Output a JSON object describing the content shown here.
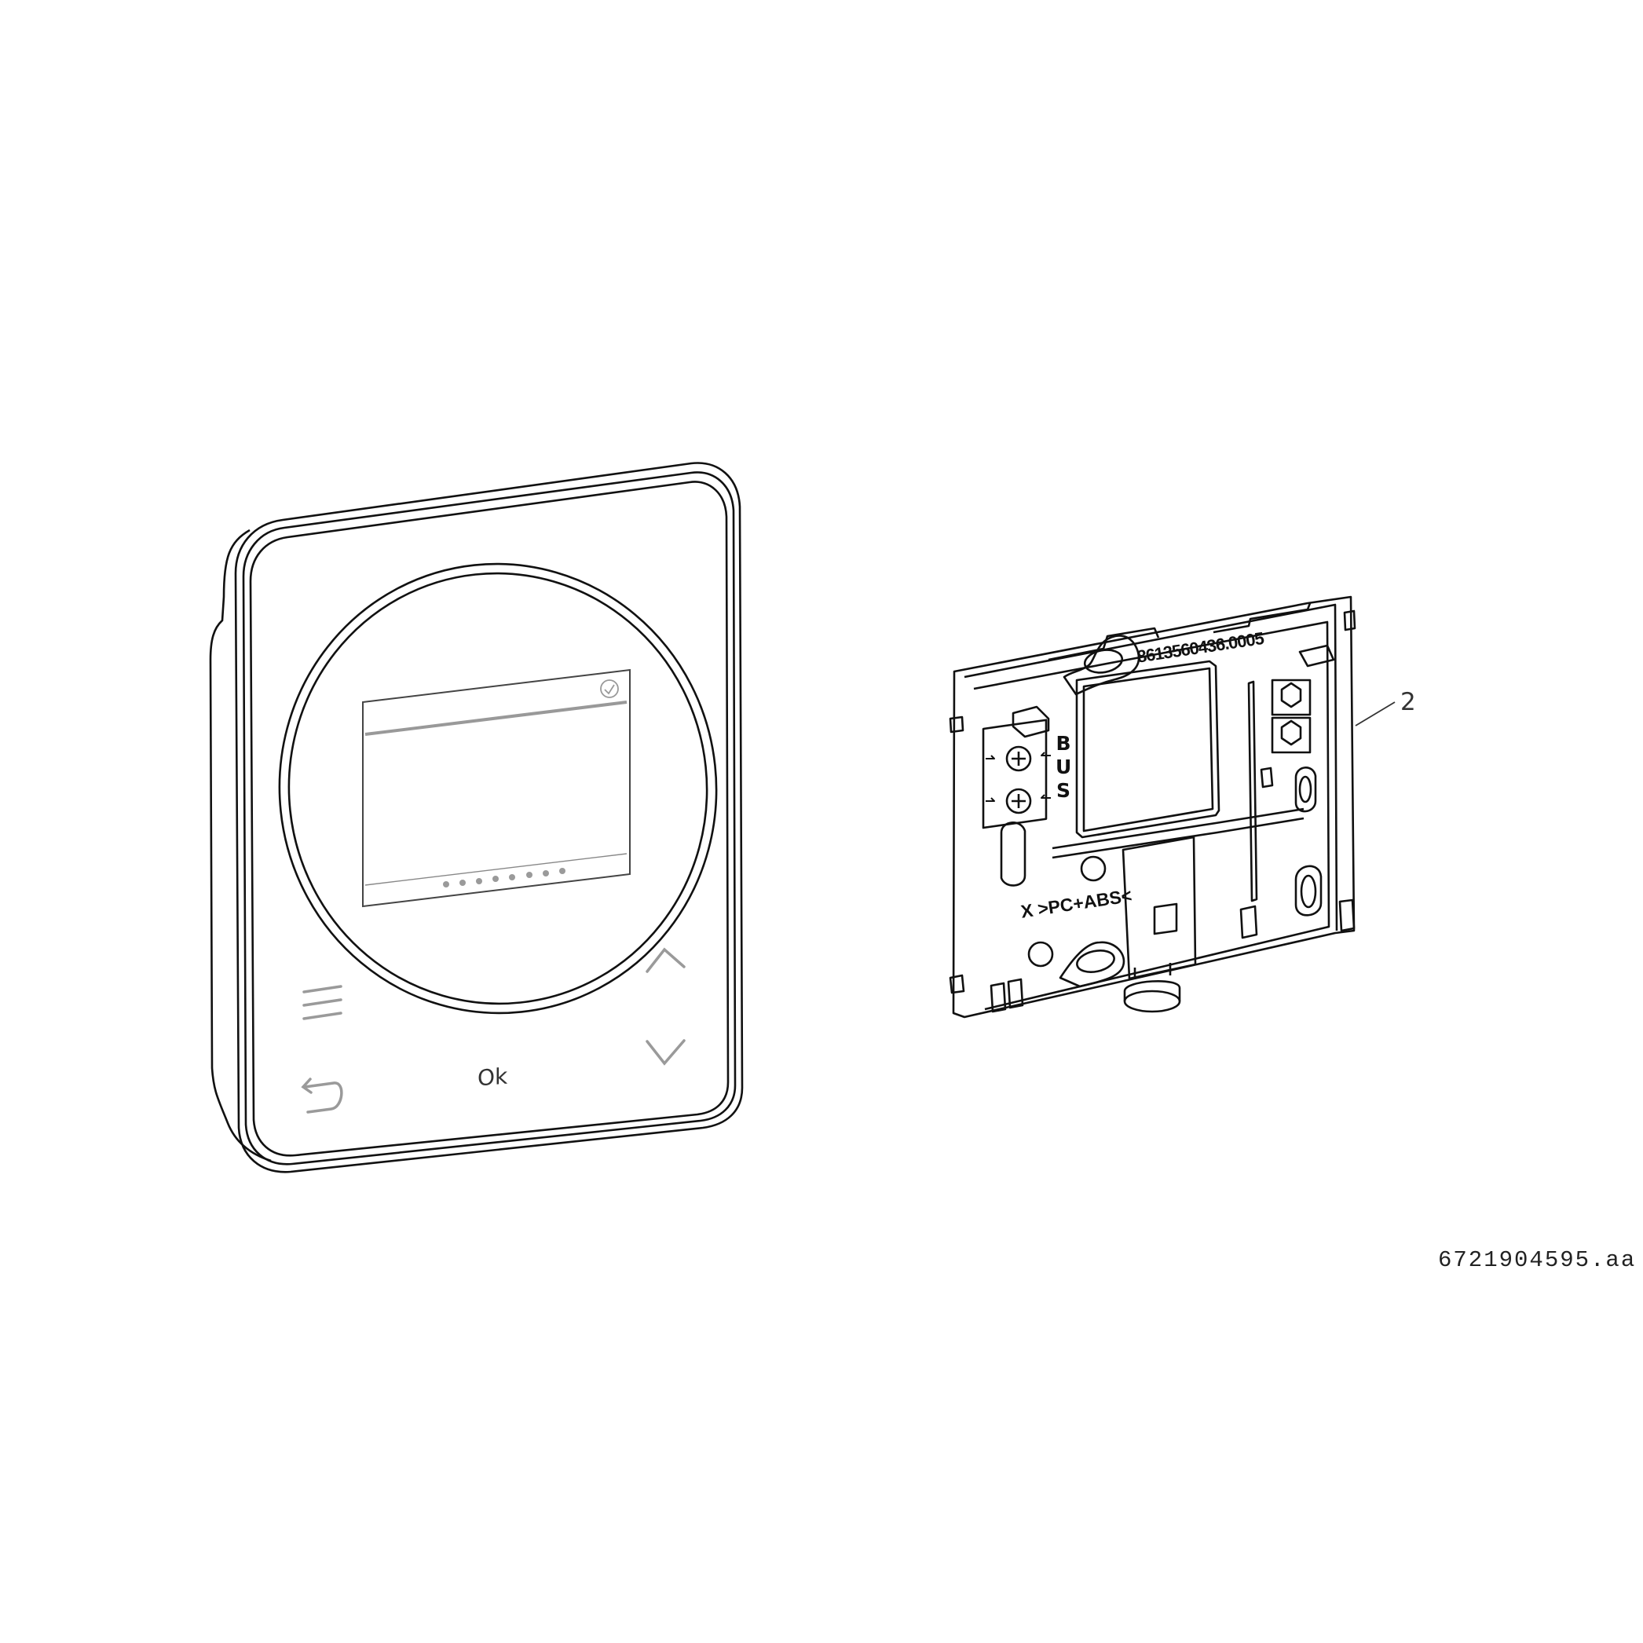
{
  "figure": {
    "type": "exploded installation view",
    "document_code": "6721904595.aa",
    "callouts": [
      {
        "number": "2",
        "target": "wall mounting base plate"
      }
    ]
  },
  "thermostat": {
    "buttons": {
      "menu_icon": "menu-lines-icon",
      "back_icon": "back-arrow-icon",
      "ok_label": "Ok",
      "up_icon": "chevron-up-icon",
      "down_icon": "chevron-down-icon"
    },
    "screen": {
      "status_icon": "check-circle-icon",
      "page_dots": 8
    }
  },
  "base_plate": {
    "serial_text": "8613560436.0005",
    "terminal_label": "BUS",
    "terminal_letters": [
      "B",
      "U",
      "S"
    ],
    "material_text": "X >PC+ABS<"
  },
  "colors": {
    "line": "#111111",
    "icon_gray": "#9a9a9a",
    "background": "#ffffff"
  }
}
